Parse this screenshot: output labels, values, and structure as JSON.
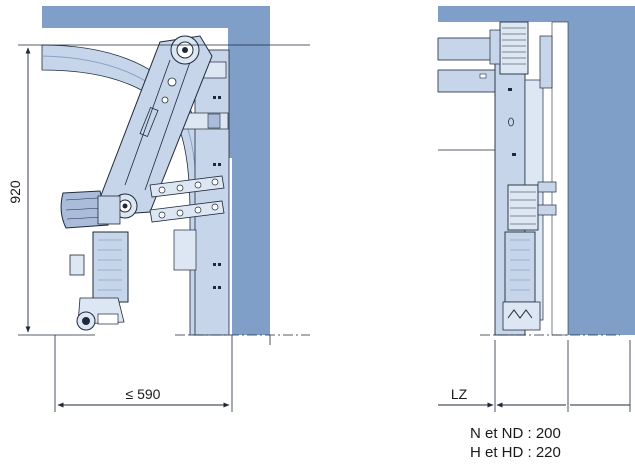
{
  "dimensions": {
    "height": "920",
    "max_width": "≤ 590",
    "lz": "LZ"
  },
  "notes": [
    "N et ND : 200",
    "H et HD : 220"
  ],
  "colors": {
    "wall": "#7f9fc9",
    "steel": "#c7d5ea",
    "steel_light": "#dde6f3",
    "steel_dark": "#a9bcd9",
    "line": "#1e2a3a"
  }
}
